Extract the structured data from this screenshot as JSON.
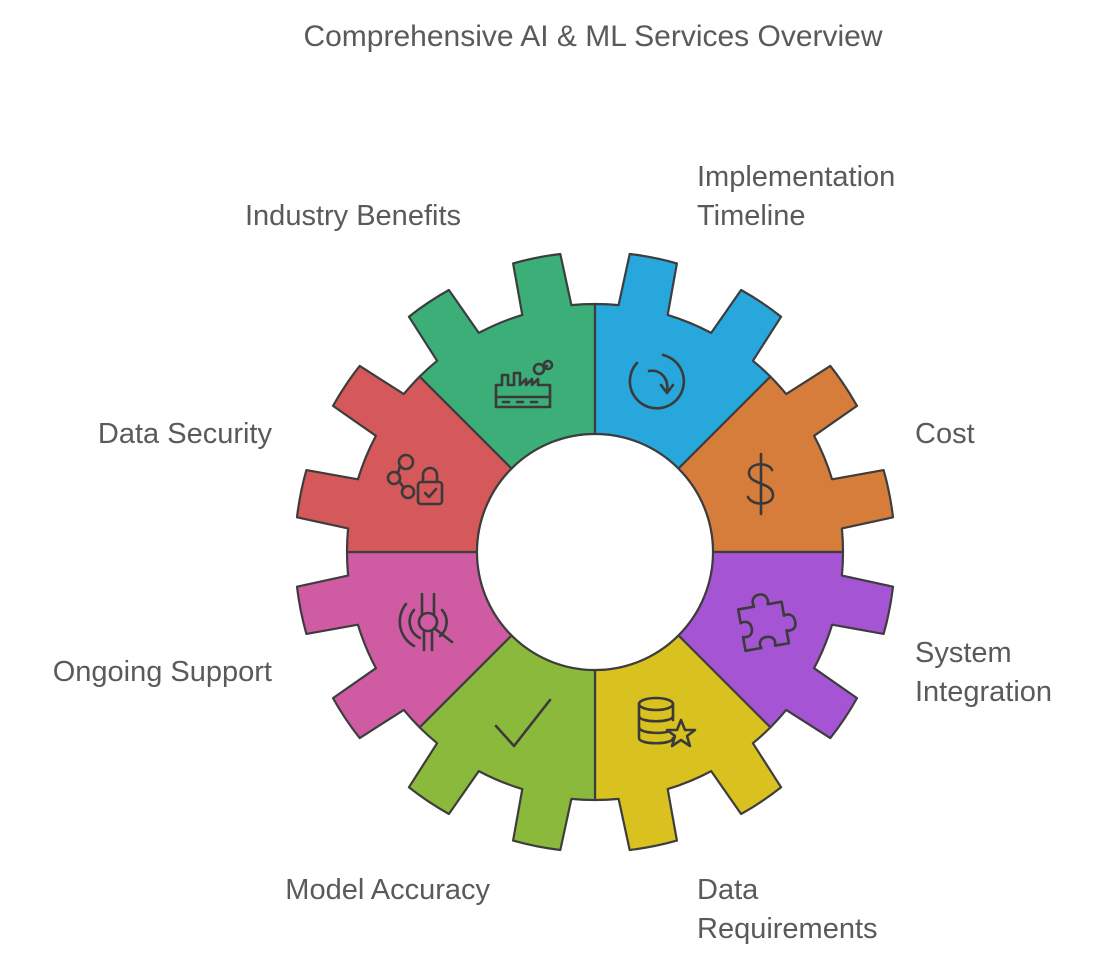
{
  "title": "Comprehensive AI & ML Services Overview",
  "segments": [
    {
      "id": "industry-benefits",
      "label_lines": [
        "Industry Benefits"
      ],
      "color": "#3cae78",
      "icon": "factory-icon"
    },
    {
      "id": "implementation-timeline",
      "label_lines": [
        "Implementation",
        "Timeline"
      ],
      "color": "#27a7dc",
      "icon": "timer-icon"
    },
    {
      "id": "cost",
      "label_lines": [
        "Cost"
      ],
      "color": "#d67d3b",
      "icon": "dollar-icon"
    },
    {
      "id": "system-integration",
      "label_lines": [
        "System",
        "Integration"
      ],
      "color": "#a554d4",
      "icon": "puzzle-icon"
    },
    {
      "id": "data-requirements",
      "label_lines": [
        "Data",
        "Requirements"
      ],
      "color": "#d9c21f",
      "icon": "database-star-icon"
    },
    {
      "id": "model-accuracy",
      "label_lines": [
        "Model Accuracy"
      ],
      "color": "#8bb93c",
      "icon": "checkmark-icon"
    },
    {
      "id": "ongoing-support",
      "label_lines": [
        "Ongoing Support"
      ],
      "color": "#cf5ca2",
      "icon": "support-icon"
    },
    {
      "id": "data-security",
      "label_lines": [
        "Data Security"
      ],
      "color": "#d5595a",
      "icon": "share-lock-icon"
    }
  ]
}
